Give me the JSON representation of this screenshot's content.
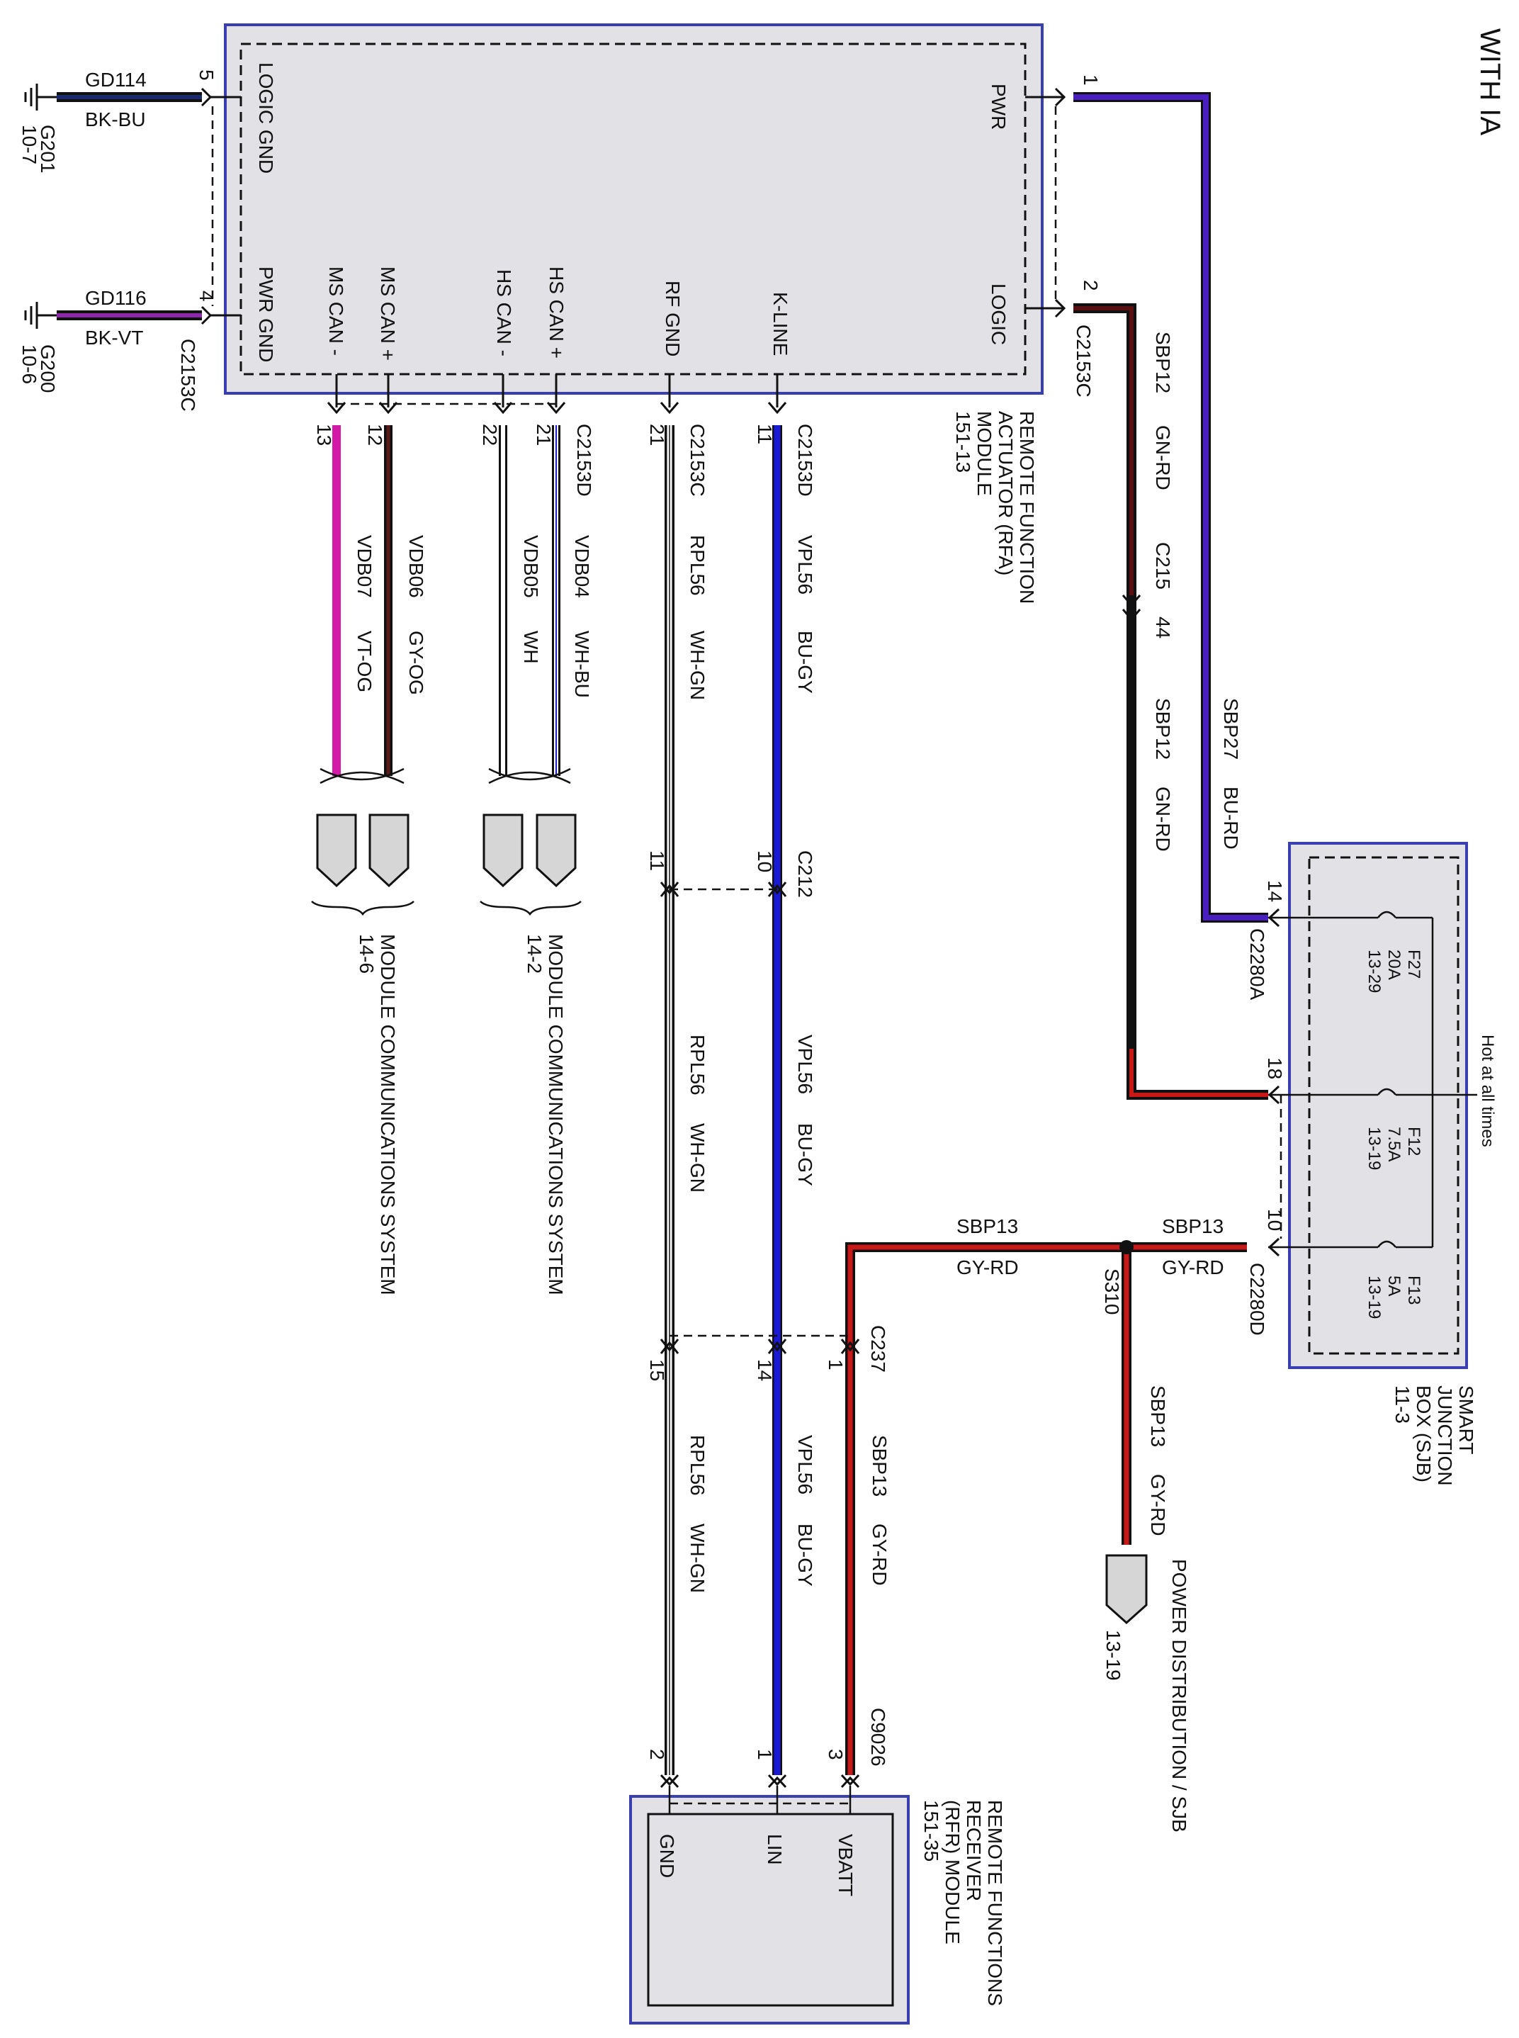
{
  "title": "WITH IA",
  "modules": {
    "rfa": {
      "name_lines": [
        "REMOTE FUNCTION",
        "ACTUATOR (RFA)",
        "MODULE",
        "151-13"
      ],
      "pins": {
        "pwr": "PWR",
        "logic": "LOGIC",
        "logic_gnd": "LOGIC GND",
        "pwr_gnd": "PWR GND",
        "ms_can_minus": "MS CAN -",
        "ms_can_plus": "MS CAN +",
        "hs_can_minus": "HS CAN -",
        "hs_can_plus": "HS CAN +",
        "rf_gnd": "RF GND",
        "k_line": "K-LINE"
      }
    },
    "sjb": {
      "name_lines": [
        "SMART",
        "JUNCTION",
        "BOX (SJB)",
        "11-3"
      ],
      "hot": "Hot at all times",
      "fuses": [
        {
          "id": "F27",
          "amps": "20A",
          "ref": "13-29"
        },
        {
          "id": "F12",
          "amps": "7.5A",
          "ref": "13-19"
        },
        {
          "id": "F13",
          "amps": "5A",
          "ref": "13-19"
        }
      ]
    },
    "rfr": {
      "name_lines": [
        "REMOTE FUNCTIONS",
        "RECEIVER",
        "(RFR) MODULE",
        "151-35"
      ],
      "pins": {
        "gnd": "GND",
        "lin": "LIN",
        "vbatt": "VBATT"
      }
    }
  },
  "grounds": {
    "g201": {
      "circuit": "GD114",
      "color": "BK-BU",
      "name": "G201",
      "ref": "10-7",
      "pin": "5"
    },
    "g200": {
      "circuit": "GD116",
      "color": "BK-VT",
      "name": "G200",
      "ref": "10-6",
      "pin": "4"
    }
  },
  "connectors": {
    "c2153c": "C2153C",
    "c2153d": "C2153D",
    "c215": "C215",
    "c215_pin": "44",
    "c2280a": "C2280A",
    "c2280d": "C2280D",
    "c212": "C212",
    "c237": "C237",
    "c9026": "C9026",
    "s310": "S310"
  },
  "pin_numbers": {
    "pwr": "1",
    "logic": "2",
    "ms_minus": "13",
    "ms_plus": "12",
    "hs_minus": "22",
    "hs_plus": "21",
    "rf_gnd": "21",
    "k_line": "11",
    "c212_a": "11",
    "c212_b": "10",
    "c237_a": "15",
    "c237_b": "14",
    "c237_c": "1",
    "rfr_gnd": "2",
    "rfr_lin": "1",
    "rfr_vbatt": "3",
    "sjb_14": "14",
    "sjb_18": "18",
    "sjb_10": "10"
  },
  "wires": {
    "sbp27": {
      "circuit": "SBP27",
      "color": "BU-RD"
    },
    "sbp12": {
      "circuit": "SBP12",
      "color": "GN-RD"
    },
    "sbp13": {
      "circuit": "SBP13",
      "color": "GY-RD"
    },
    "vdb04": {
      "circuit": "VDB04",
      "color": "WH-BU"
    },
    "vdb05": {
      "circuit": "VDB05",
      "color": "WH"
    },
    "vdb06": {
      "circuit": "VDB06",
      "color": "GY-OG"
    },
    "vdb07": {
      "circuit": "VDB07",
      "color": "VT-OG"
    },
    "rpl56": {
      "circuit": "RPL56",
      "color": "WH-GN"
    },
    "vpl56": {
      "circuit": "VPL56",
      "color": "BU-GY"
    }
  },
  "references": {
    "msc_14_2": {
      "name": "MODULE COMMUNICATIONS SYSTEM",
      "page": "14-2"
    },
    "msc_14_6": {
      "name": "MODULE COMMUNICATIONS SYSTEM",
      "page": "14-6"
    },
    "pdist": {
      "name": "POWER DISTRIBUTION / SJB",
      "page": "13-19"
    }
  },
  "colors": {
    "blue": "#1a1ad6",
    "purple": "#5a1fb0",
    "red": "#c81818",
    "magenta": "#d21aa6",
    "black": "#111111",
    "box_fill": "#e2e2e6",
    "box_border": "#3a3fb0"
  }
}
